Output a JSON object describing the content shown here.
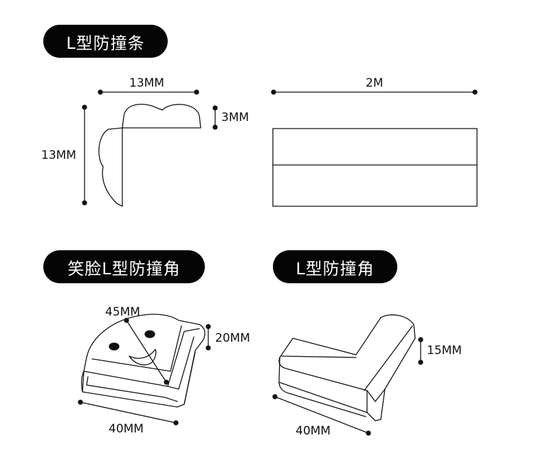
{
  "sections": {
    "strip_title": "L型防撞条",
    "smiley_title": "笑脸L型防撞角",
    "corner_title": "L型防撞角"
  },
  "dimensions": {
    "strip_width": "13MM",
    "strip_height": "13MM",
    "strip_depth": "3MM",
    "strip_length": "2M",
    "smiley_diag": "45MM",
    "smiley_height": "20MM",
    "smiley_side": "40MM",
    "corner_height": "15MM",
    "corner_side": "40MM"
  },
  "colors": {
    "pill_bg": "#050505",
    "pill_text": "#ffffff",
    "line": "#111111"
  }
}
